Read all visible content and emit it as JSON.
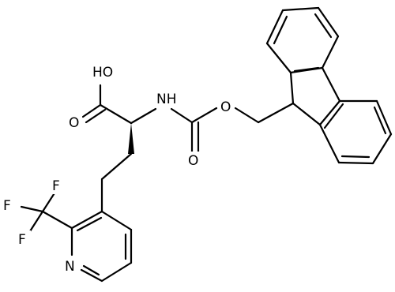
{
  "molecule": {
    "atoms": {
      "hydroxyl": "HO",
      "carbonyl_oxygen_acid": "O",
      "amide_nitrogen": "NH",
      "carbamate_carbonyl_oxygen": "O",
      "carbamate_ester_oxygen": "O",
      "fluorine_1": "F",
      "fluorine_2": "F",
      "fluorine_3": "F",
      "pyridine_nitrogen": "N"
    }
  }
}
